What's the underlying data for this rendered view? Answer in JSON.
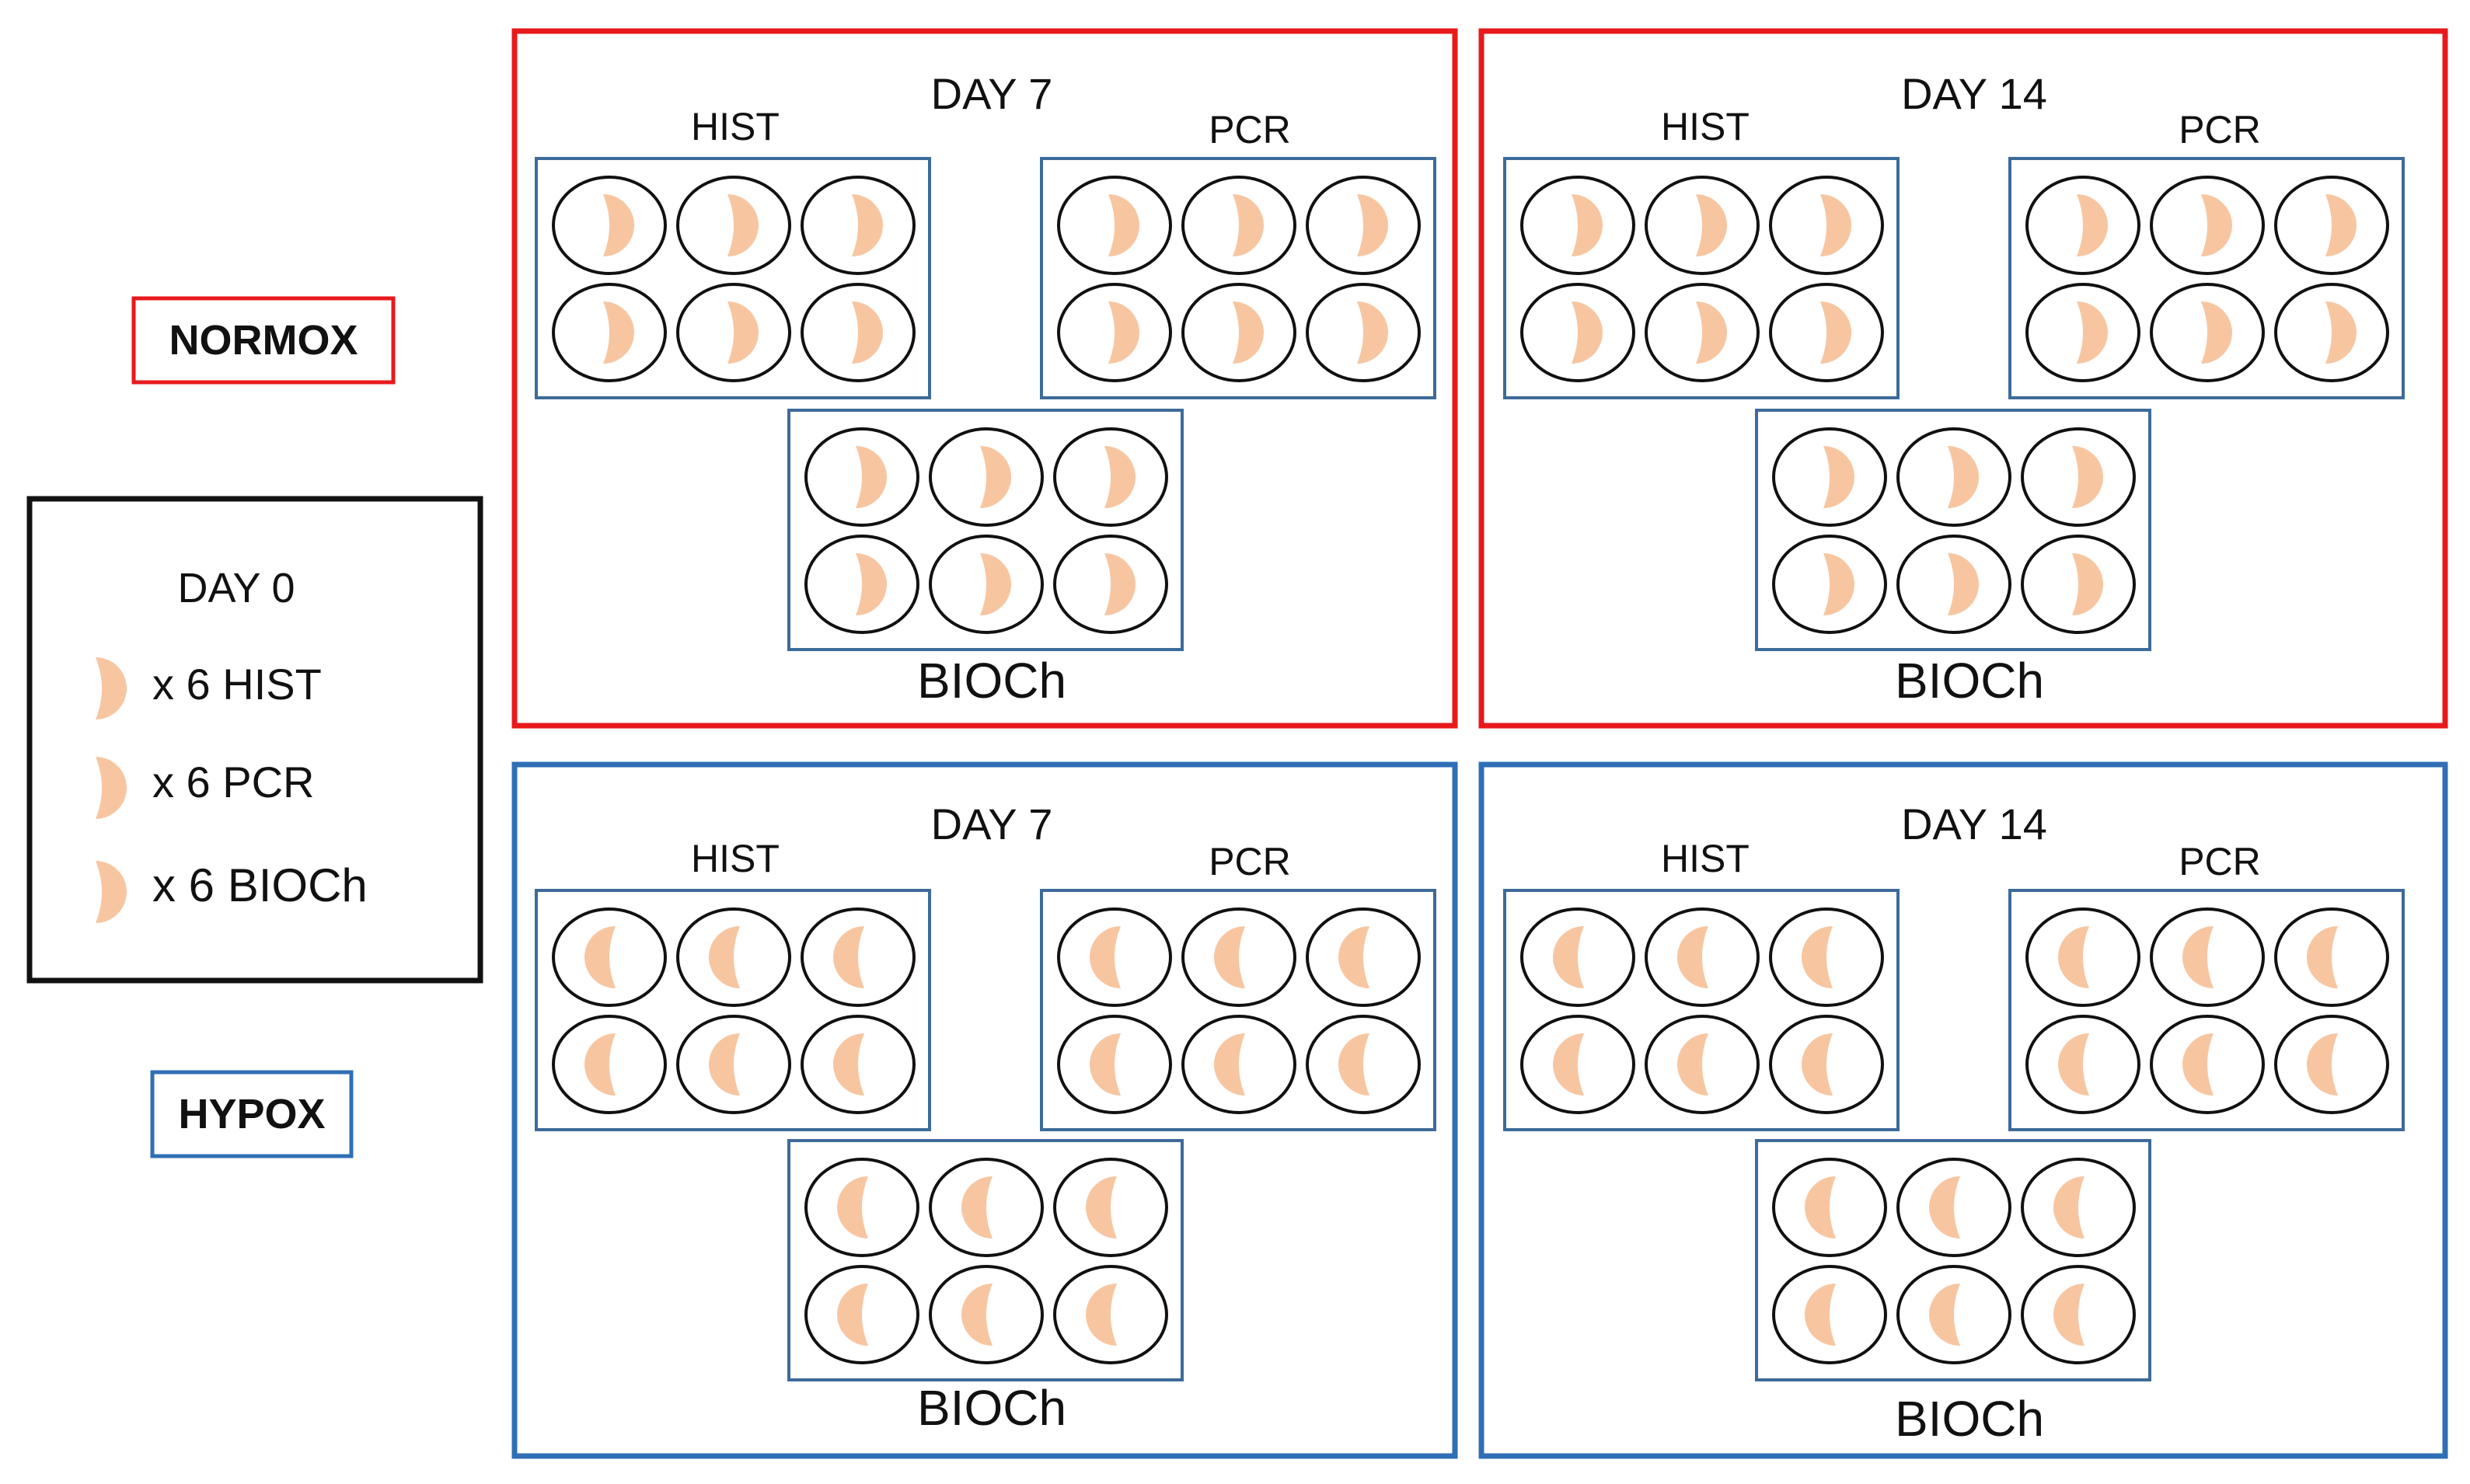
{
  "colors": {
    "normox": "#e8191b",
    "hypox": "#2f6fb5",
    "legend_border": "#111111",
    "plate_border": "#3d6b99",
    "tissue": "#f7c6a1",
    "well_stroke": "#111111"
  },
  "labels": {
    "normox": "NORMOX",
    "hypox": "HYPOX"
  },
  "legend": {
    "title": "DAY 0",
    "items": [
      {
        "icon": "tissue-crescent-icon",
        "text": "x 6 HIST"
      },
      {
        "icon": "tissue-crescent-icon",
        "text": "x 6 PCR"
      },
      {
        "icon": "tissue-crescent-icon",
        "text": "x 6 BIOCh"
      }
    ]
  },
  "panels": [
    {
      "condition": "normox",
      "day": "DAY 7",
      "hist": "HIST",
      "pcr": "PCR",
      "bioch": "BIOCh"
    },
    {
      "condition": "normox",
      "day": "DAY 14",
      "hist": "HIST",
      "pcr": "PCR",
      "bioch": "BIOCh"
    },
    {
      "condition": "hypox",
      "day": "DAY 7",
      "hist": "HIST",
      "pcr": "PCR",
      "bioch": "BIOCh"
    },
    {
      "condition": "hypox",
      "day": "DAY 14",
      "hist": "HIST",
      "pcr": "PCR",
      "bioch": "BIOCh"
    }
  ]
}
